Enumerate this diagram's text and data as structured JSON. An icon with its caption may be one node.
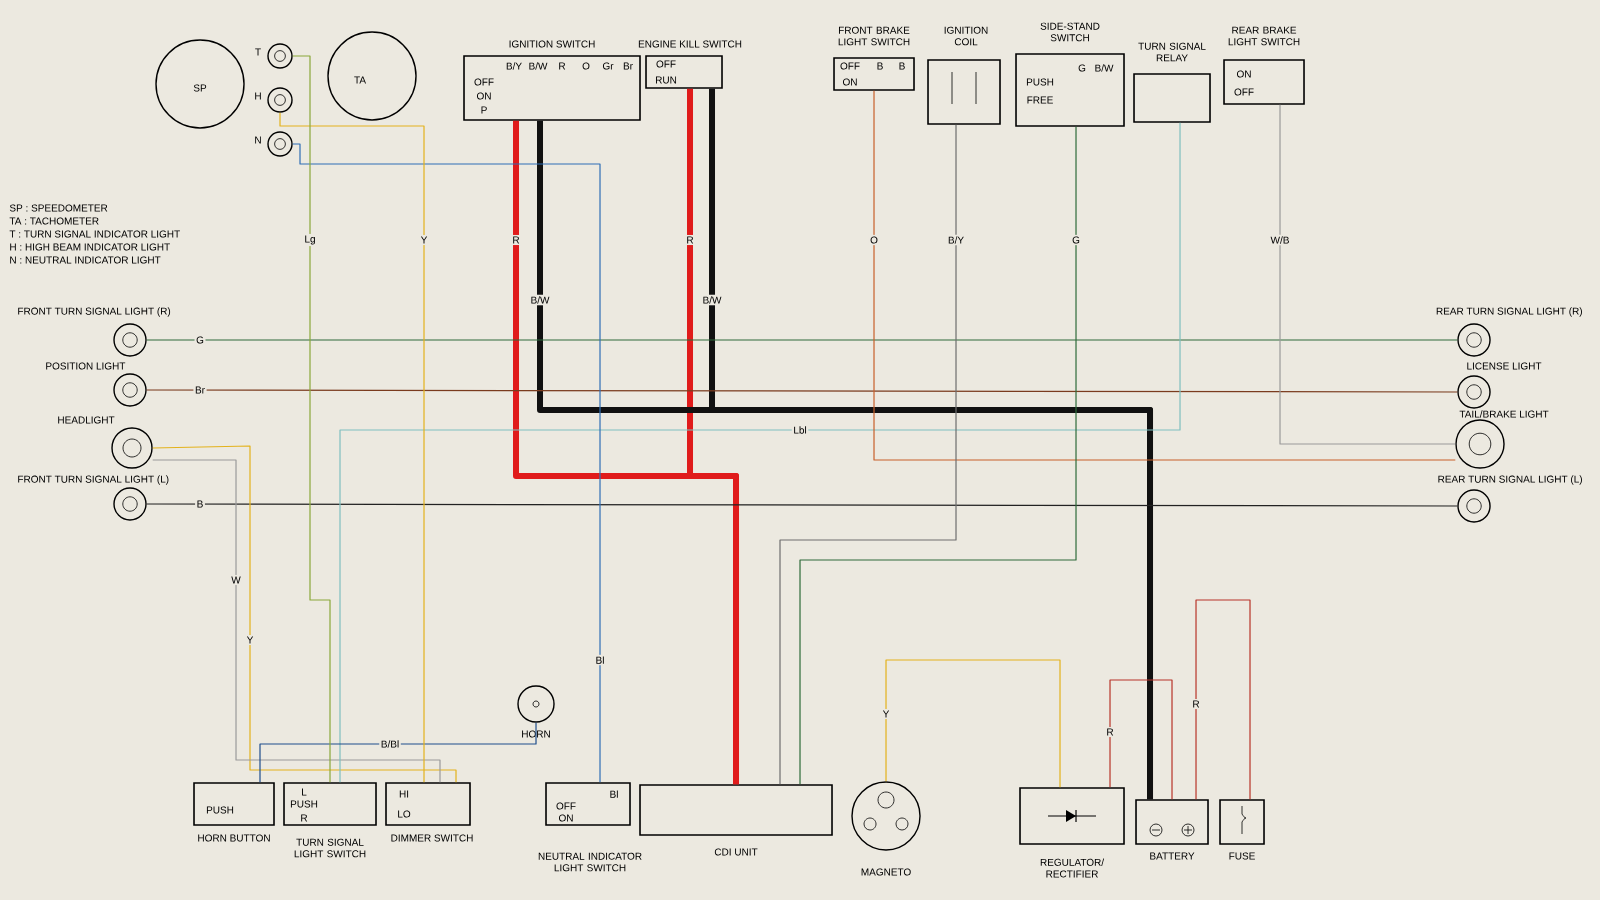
{
  "diagram": {
    "nodes": [
      {
        "text": [
          "SP"
        ]
      },
      {
        "text": [
          "TA"
        ]
      },
      {
        "text": [
          "T"
        ]
      },
      {
        "text": [
          "H"
        ]
      },
      {
        "text": [
          "N"
        ]
      },
      {
        "text": [
          "IGNITION SWITCH",
          "B/Y",
          "B/W",
          "R",
          "O",
          "Gr",
          "Br",
          "OFF",
          "ON",
          "P"
        ]
      },
      {
        "text": [
          "ENGINE KILL SWITCH",
          "OFF",
          "RUN"
        ]
      },
      {
        "text": [
          "FRONT BRAKE LIGHT SWITCH",
          "OFF",
          "ON",
          "B",
          "B"
        ]
      },
      {
        "text": [
          "IGNITION COIL"
        ]
      },
      {
        "text": [
          "SIDE-STAND SWITCH",
          "PUSH",
          "FREE",
          "G",
          "B/W"
        ]
      },
      {
        "text": [
          "TURN SIGNAL RELAY"
        ]
      },
      {
        "text": [
          "REAR BRAKE LIGHT SWITCH",
          "ON",
          "OFF"
        ]
      },
      {
        "text": [
          "FRONT TURN SIGNAL LIGHT (R)"
        ]
      },
      {
        "text": [
          "POSITION LIGHT"
        ]
      },
      {
        "text": [
          "HEADLIGHT"
        ]
      },
      {
        "text": [
          "FRONT TURN SIGNAL LIGHT (L)"
        ]
      },
      {
        "text": [
          "REAR TURN SIGNAL LIGHT (R)"
        ]
      },
      {
        "text": [
          "LICENSE LIGHT"
        ]
      },
      {
        "text": [
          "TAIL/BRAKE LIGHT"
        ]
      },
      {
        "text": [
          "REAR TURN SIGNAL LIGHT (L)"
        ]
      },
      {
        "text": [
          "HORN"
        ]
      },
      {
        "text": [
          "PUSH",
          "HORN BUTTON"
        ]
      },
      {
        "text": [
          "L",
          "PUSH",
          "R",
          "TURN SIGNAL LIGHT SWITCH"
        ]
      },
      {
        "text": [
          "HI",
          "LO",
          "DIMMER SWITCH"
        ]
      },
      {
        "text": [
          "Bl",
          "OFF",
          "ON",
          "NEUTRAL INDICATOR LIGHT SWITCH"
        ]
      },
      {
        "text": [
          "CDI UNIT"
        ]
      },
      {
        "text": [
          "MAGNETO"
        ]
      },
      {
        "text": [
          "REGULATOR/ RECTIFIER"
        ]
      },
      {
        "text": [
          "BATTERY"
        ]
      },
      {
        "text": [
          "FUSE"
        ]
      }
    ],
    "edges": [
      {
        "from": 5,
        "to": 25,
        "arrow": "none",
        "label": "R",
        "style": "thick",
        "color": "#e01b1b"
      },
      {
        "from": 6,
        "to": 25,
        "arrow": "none",
        "label": "R",
        "style": "thick",
        "color": "#e01b1b"
      },
      {
        "from": 5,
        "to": 28,
        "arrow": "none",
        "label": "B/W",
        "style": "thick",
        "color": "#111111"
      },
      {
        "from": 6,
        "to": 28,
        "arrow": "none",
        "label": "B/W",
        "style": "thick",
        "color": "#111111"
      },
      {
        "from": 12,
        "to": 16,
        "arrow": "none",
        "label": "G",
        "color": "#2e6b3a"
      },
      {
        "from": 15,
        "to": 19,
        "arrow": "none",
        "label": "B",
        "color": "#222222"
      },
      {
        "from": 13,
        "to": 17,
        "arrow": "none",
        "label": "Br",
        "color": "#7a3b1e"
      },
      {
        "from": 14,
        "to": 23,
        "arrow": "none",
        "label": "Y",
        "color": "#e3b21c"
      },
      {
        "from": 14,
        "to": 23,
        "arrow": "none",
        "label": "W",
        "color": "#9a9a9a"
      },
      {
        "from": 22,
        "to": 10,
        "arrow": "none",
        "label": "Lbl",
        "color": "#7fbfbf"
      },
      {
        "from": 21,
        "to": 20,
        "arrow": "none",
        "label": "B/Bl",
        "color": "#1f4e8c"
      },
      {
        "from": 24,
        "to": 4,
        "arrow": "none",
        "label": "Bl",
        "color": "#2f6fb5"
      },
      {
        "from": 26,
        "to": 27,
        "arrow": "none",
        "label": "Y",
        "color": "#e3b21c"
      },
      {
        "from": 27,
        "to": 28,
        "arrow": "none",
        "label": "R",
        "color": "#b8342a"
      },
      {
        "from": 28,
        "to": 29,
        "arrow": "none",
        "label": "R",
        "color": "#b8342a"
      },
      {
        "from": 11,
        "to": 18,
        "arrow": "none",
        "label": "W/B",
        "color": "#9a9a9a"
      },
      {
        "from": 7,
        "to": 18,
        "arrow": "none",
        "label": "O",
        "color": "#c8602a"
      },
      {
        "from": 9,
        "to": 25,
        "arrow": "none",
        "label": "G",
        "color": "#2e6b3a"
      },
      {
        "from": 8,
        "to": 25,
        "arrow": "none",
        "label": "B/Y",
        "color": "#6e6e6e"
      },
      {
        "from": 3,
        "to": 23,
        "arrow": "none",
        "label": "Y",
        "color": "#e3b21c"
      },
      {
        "from": 2,
        "to": 22,
        "arrow": "none",
        "label": "Lg",
        "color": "#8aa83a"
      }
    ],
    "labels": [
      "SP : SPEEDOMETER",
      "TA : TACHOMETER",
      "T : TURN SIGNAL INDICATOR LIGHT",
      "H : HIGH BEAM INDICATOR LIGHT",
      "N : NEUTRAL INDICATOR LIGHT"
    ]
  }
}
